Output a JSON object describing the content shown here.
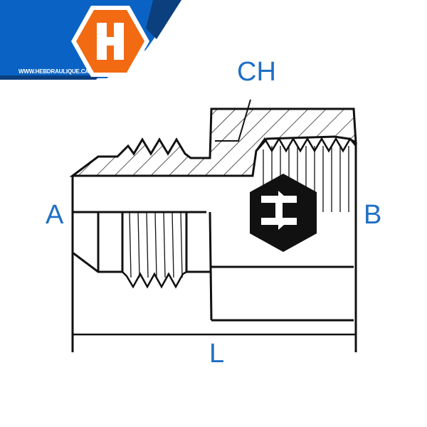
{
  "logo": {
    "letter": "H",
    "url": "WWW.HEBDRAULIQUE.CA"
  },
  "labels": {
    "ch": "CH",
    "a": "A",
    "b": "B",
    "l": "L"
  },
  "colors": {
    "blue": "#0a63c4",
    "navy": "#0b3f7e",
    "orange": "#f26a12",
    "label": "#1f6fc4",
    "line": "#111111"
  }
}
